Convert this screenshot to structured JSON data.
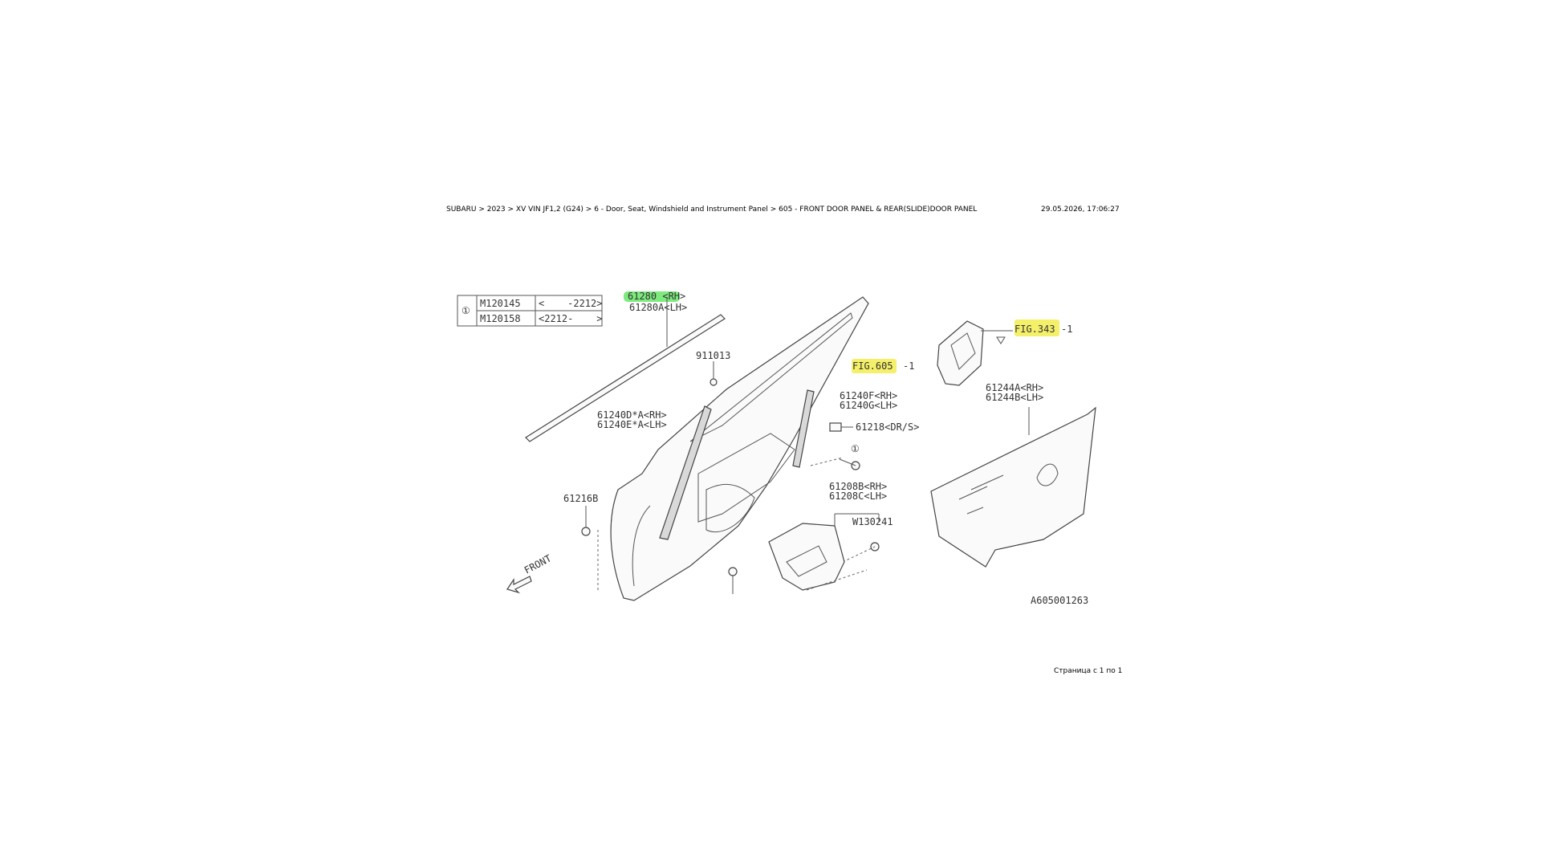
{
  "header": {
    "breadcrumb": "SUBARU > 2023 > XV VIN JF1,2 (G24) > 6 - Door, Seat, Windshield and Instrument Panel > 605 - FRONT DOOR PANEL & REAR(SLIDE)DOOR PANEL",
    "timestamp": "29.05.2026, 17:06:27"
  },
  "footer": {
    "pager": "Страница с 1 по 1"
  },
  "table": {
    "symbol": "①",
    "rows": [
      {
        "part": "M120145",
        "range": "<    -2212>"
      },
      {
        "part": "M120158",
        "range": "<2212-    >"
      }
    ]
  },
  "labels": {
    "l61280_rh": "61280 <RH>",
    "l61280a_lh": "61280A<LH>",
    "l911013": "911013",
    "l61240d": "61240D*A<RH>",
    "l61240e": "61240E*A<LH>",
    "l61216b": "61216B",
    "front": "FRONT",
    "fig605": "FIG.605",
    "fig605_suffix": "-1",
    "fig343": "FIG.343",
    "fig343_suffix": "-1",
    "l61240f": "61240F<RH>",
    "l61240g": "61240G<LH>",
    "l61218": "61218<DR/S>",
    "circle_one": "①",
    "l61208b": "61208B<RH>",
    "l61208c": "61208C<LH>",
    "w130241": "W130241",
    "l61244a": "61244A<RH>",
    "l61244b": "61244B<LH>",
    "diagram_code": "A605001263"
  },
  "highlights": {
    "green": "#7dea7d",
    "yellow": "#f5f06a"
  }
}
